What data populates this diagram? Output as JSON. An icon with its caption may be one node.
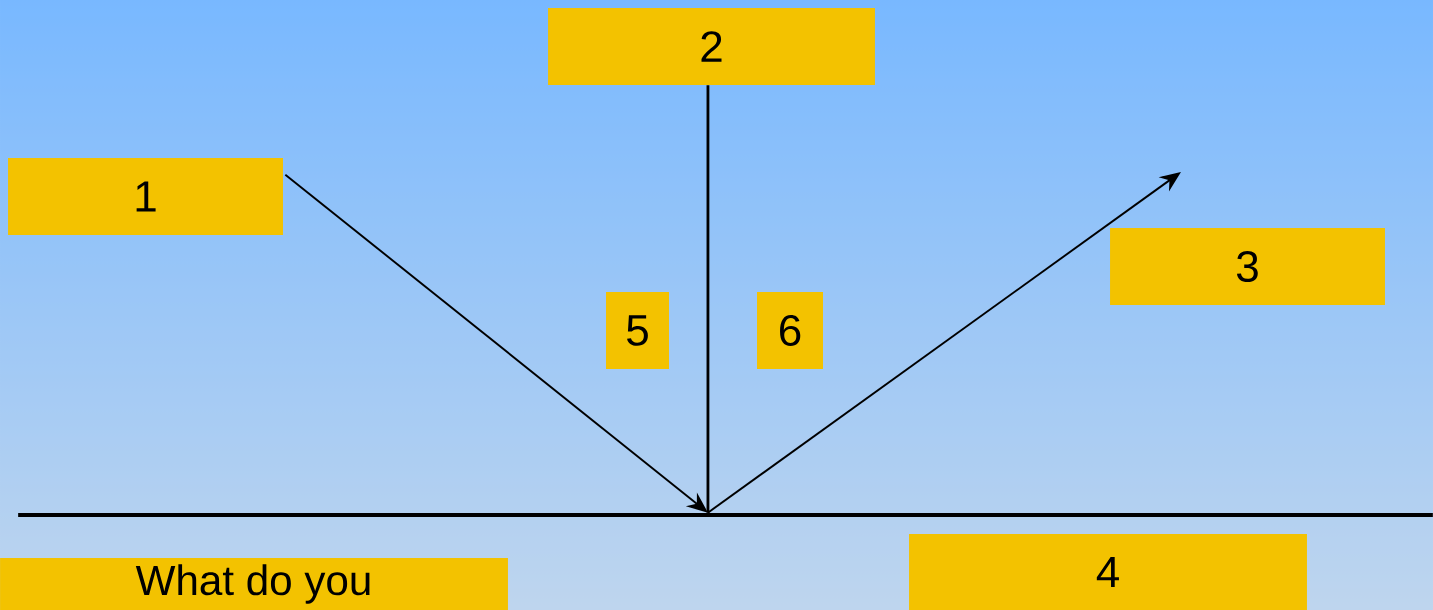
{
  "diagram": {
    "nodes": [
      {
        "text": [
          "1"
        ]
      },
      {
        "text": [
          "2"
        ]
      },
      {
        "text": [
          "3"
        ]
      },
      {
        "text": [
          "5"
        ]
      },
      {
        "text": [
          "6"
        ]
      },
      {
        "text": [
          "4"
        ]
      },
      {
        "text": [
          "What do you"
        ]
      },
      {
        "text": [],
        "shape": "bar"
      }
    ],
    "edges": [
      {
        "from": 0,
        "to": 7,
        "arrow": "to"
      },
      {
        "from": 1,
        "to": 7,
        "arrow": "none"
      },
      {
        "from": 7,
        "to": null,
        "arrow": "to"
      }
    ]
  }
}
